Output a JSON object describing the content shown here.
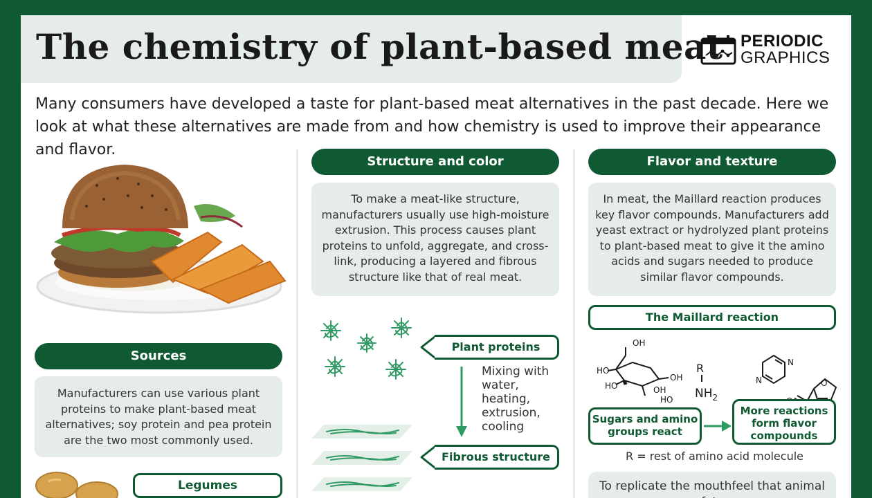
{
  "header": {
    "title": "The chemistry of plant-based meat",
    "logo_line1": "PERIODIC",
    "logo_line2": "GRAPHICS"
  },
  "intro": "Many consumers have developed a taste for plant-based meat alternatives in the past decade. Here we look at what these alternatives are made from and how chemistry is used to improve their appearance and flavor.",
  "sources": {
    "heading": "Sources",
    "text": "Manufacturers can use various plant proteins to make plant-based meat alternatives; soy protein and pea protein are the two most commonly used.",
    "legumes_label": "Legumes"
  },
  "structure": {
    "heading": "Structure and color",
    "text": "To make a meat-like structure, manufacturers usually use high-moisture extrusion. This process causes plant proteins to unfold, aggregate, and cross-link, producing a layered and fibrous structure like that of real meat.",
    "plant_proteins_label": "Plant proteins",
    "process_note": "Mixing with water, heating, extrusion, cooling",
    "fibrous_label": "Fibrous structure"
  },
  "flavor": {
    "heading": "Flavor and texture",
    "text": "In meat, the Maillard reaction produces key flavor compounds. Manufacturers add yeast extract or hydrolyzed plant proteins to plant-based meat to give it the amino acids and sugars needed to produce similar flavor compounds.",
    "maillard_label": "The Maillard reaction",
    "step1": "Sugars and amino groups react",
    "step2": "More reactions form flavor compounds",
    "r_note": "R = rest of amino acid molecule",
    "bottom_text": "To replicate the mouthfeel that animal fats",
    "chem": {
      "oh": "OH",
      "ho": "HO",
      "r": "R",
      "nh": "NH",
      "sub2": "2",
      "n": "N",
      "o": "O"
    }
  },
  "colors": {
    "brand_green": "#0f5a32",
    "panel_gray": "#e6ece8",
    "protein_green": "#2f9a63"
  }
}
